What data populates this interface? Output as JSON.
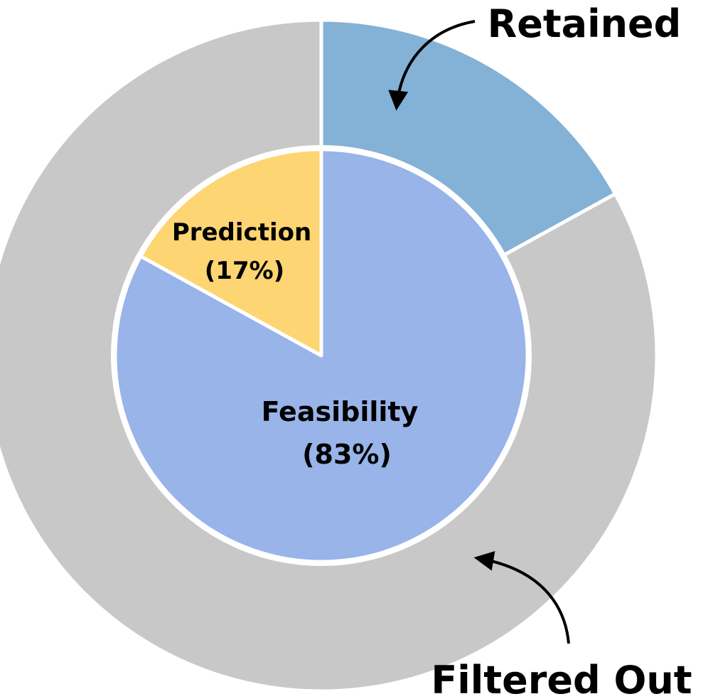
{
  "chart_data": {
    "type": "pie",
    "inner_ring": {
      "slices": [
        {
          "name": "Feasibility",
          "value": 83,
          "percent_label": "(83%)",
          "color": "#98b4e8"
        },
        {
          "name": "Prediction",
          "value": 17,
          "percent_label": "(17%)",
          "color": "#fdd572"
        }
      ]
    },
    "outer_ring": {
      "slices": [
        {
          "name": "Retained",
          "value": 17,
          "color": "#84b1d6"
        },
        {
          "name": "Filtered Out",
          "value": 83,
          "color": "#c8c8c8"
        }
      ]
    },
    "callouts": {
      "retained": "Retained",
      "filtered_out": "Filtered Out"
    },
    "colors": {
      "slice_border": "#ffffff",
      "arrow": "#000000",
      "text": "#000000"
    }
  }
}
